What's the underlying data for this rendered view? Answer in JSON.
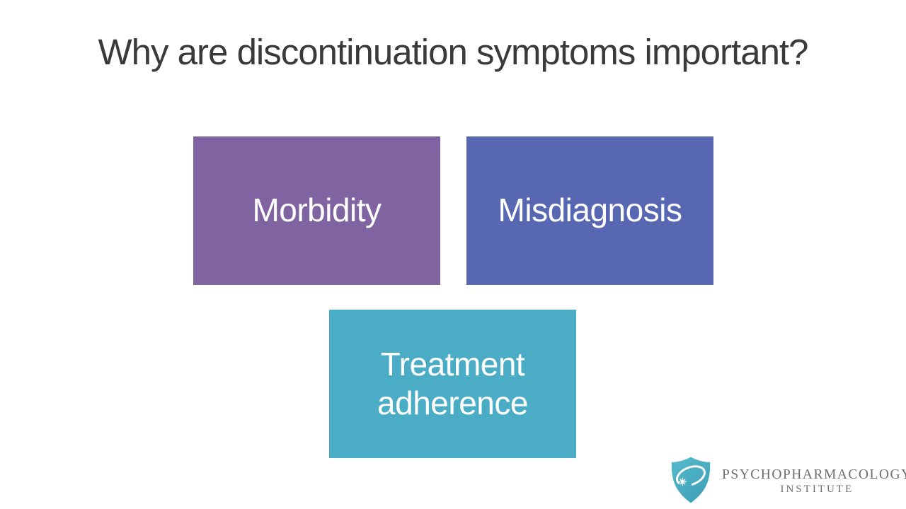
{
  "slide": {
    "title": "Why are discontinuation symptoms important?",
    "boxes": [
      {
        "label": "Morbidity",
        "color": "#8064A2"
      },
      {
        "label": "Misdiagnosis",
        "color": "#5867B2"
      },
      {
        "label": "Treatment adherence",
        "color": "#4BACC6"
      }
    ],
    "logo": {
      "line1": "PSYCHOPHARMACOLOGY",
      "line2": "INSTITUTE",
      "icon": "shield-neuron-icon",
      "shield_color_top": "#58BACB",
      "shield_color_bottom": "#3FA2B8",
      "text_color": "#6e6e6e"
    },
    "title_color": "#3a3a3a",
    "background_color": "#ffffff"
  }
}
